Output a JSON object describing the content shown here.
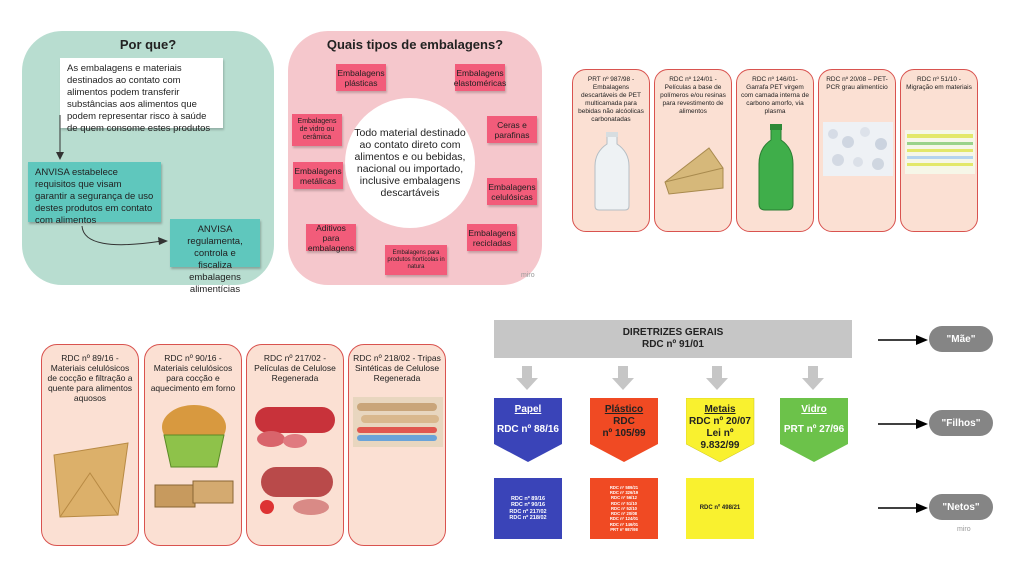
{
  "why_panel": {
    "title": "Por que?",
    "note_white": "As embalagens e materiais destinados ao contato com alimentos podem transferir substâncias aos alimentos que podem representar risco à saúde de quem consome estes produtos",
    "note_requisitos": "ANVISA estabelece requisitos que visam garantir a segurança de uso destes produtos em contato com alimentos",
    "note_regulamenta": "ANVISA regulamenta, controla e fiscaliza embalagens alimentícias"
  },
  "types_panel": {
    "title": "Quais tipos de embalagens?",
    "center": "Todo material destinado ao contato direto com alimentos e ou bebidas, nacional ou importado, inclusive embalagens descartáveis",
    "stickies": {
      "plasticas": "Embalagens plásticas",
      "elastomericas": "Embalagens elastoméricas",
      "vidro": "Embalagens de vidro ou cerâmica",
      "ceras": "Ceras e parafinas",
      "metalicas": "Embalagens metálicas",
      "celulosicas": "Embalagens celulósicas",
      "aditivos": "Aditivos para embalagens",
      "recicladas": "Embalagens recicladas",
      "hortifruti": "Embalagens para produtos hortícolas in natura"
    },
    "watermark": "miro"
  },
  "plastic_cards": [
    {
      "text": "PRT nº 987/98 - Embalagens descartáveis de PET multicamada para bebidas não alcóolicas carbonatadas",
      "image": "bottle-image"
    },
    {
      "text": "RDC nº 124/01 - Películas a base de polímeros e/ou resinas para revestimento de alimentos",
      "image": "cheese-image"
    },
    {
      "text": "RDC nº 146/01- Garrafa PET virgem com camada interna de carbono amorfo, via plasma",
      "image": "green-bottle-image"
    },
    {
      "text": "RDC nº 20/08 – PET-PCR grau alimentício",
      "image": "pellets-image"
    },
    {
      "text": "RDC nº 51/10 - Migração em materiais",
      "image": "table-image"
    }
  ],
  "cellulose_cards": [
    {
      "text": "RDC nº 89/16 - Materiais celulósicos de cocção e filtração a quente para alimentos aquosos"
    },
    {
      "text": "RDC nº 90/16 - Materiais celulósicos para cocção e aquecimento em forno"
    },
    {
      "text": "RDC nº 217/02 - Películas de Celulose Regenerada"
    },
    {
      "text": "RDC nº 218/02 - Tripas Sintéticas de Celulose Regenerada"
    }
  ],
  "hierarchy": {
    "header_line1": "DIRETRIZES GERAIS",
    "header_line2": "RDC nº 91/01",
    "children": [
      {
        "name": "Papel",
        "line1": "",
        "line2": "RDC nº 88/16",
        "color": "#3a44b8"
      },
      {
        "name": "Plástico",
        "line1": "RDC",
        "line2": "nº 105/99",
        "color": "#f04a23"
      },
      {
        "name": "Metais",
        "line1": "RDC nº 20/07",
        "line2": "Lei nº 9.832/99",
        "color": "#f9f12f"
      },
      {
        "name": "Vidro",
        "line1": "",
        "line2": "PRT nº 27/96",
        "color": "#6cc24a"
      }
    ],
    "grandchildren": {
      "papel": [
        "RDC nº 89/16",
        "RDC nº 90/16",
        "RDC nº 217/02",
        "RDC nº 218/02"
      ],
      "plastico": [
        "RDC nº 589/21",
        "RDC nº 326/19",
        "RDC nº 56/12",
        "RDC nº 51/10",
        "RDC nº 52/10",
        "RDC nº 20/08",
        "RDC nº 124/01",
        "RDC nº 146/01",
        "PRT nº 987/98"
      ],
      "metais": [
        "RDC nº 498/21"
      ]
    },
    "labels": {
      "mae": "\"Mãe\"",
      "filhos": "\"Filhos\"",
      "netos": "\"Netos\""
    },
    "watermark": "miro"
  }
}
